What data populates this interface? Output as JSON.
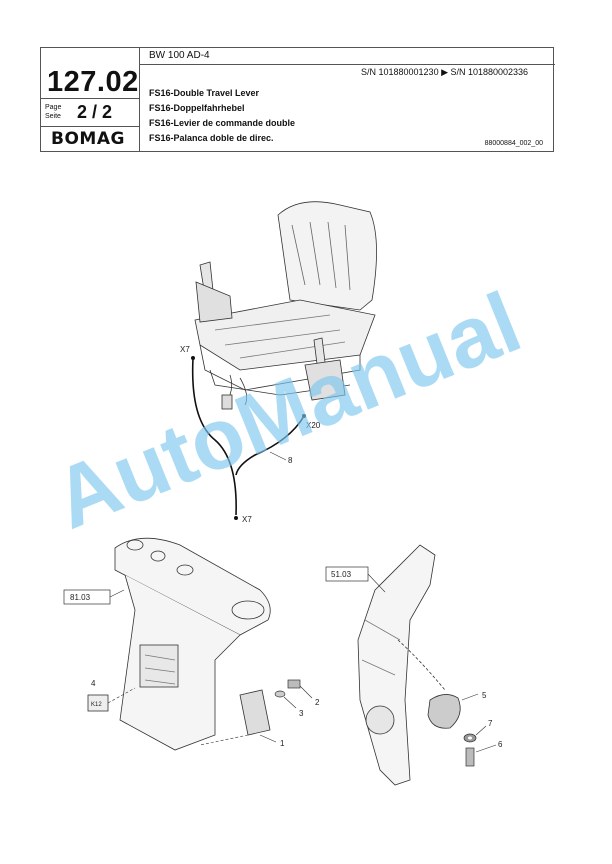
{
  "header": {
    "model": "BW 100 AD-4",
    "part_number": "127.02",
    "page_label_line1": "Page",
    "page_label_line2": "Seite",
    "page_value": "2 / 2",
    "brand": "BOMAG",
    "serial_range": "S/N 101880001230  ▶  S/N 101880002336",
    "titles": [
      "FS16-Double Travel Lever",
      "FS16-Doppelfahrhebel",
      "FS16-Levier de commande double",
      "FS16-Palanca doble de direc."
    ],
    "doc_number": "88000884_002_00"
  },
  "watermark": "AutoManual",
  "drawing": {
    "connector_labels": [
      "X7",
      "X20",
      "X7"
    ],
    "ref_boxes": [
      "81.03",
      "51.03"
    ],
    "callouts": [
      "1",
      "2",
      "3",
      "4",
      "5",
      "6",
      "7",
      "8"
    ],
    "relay_text": "K12"
  }
}
